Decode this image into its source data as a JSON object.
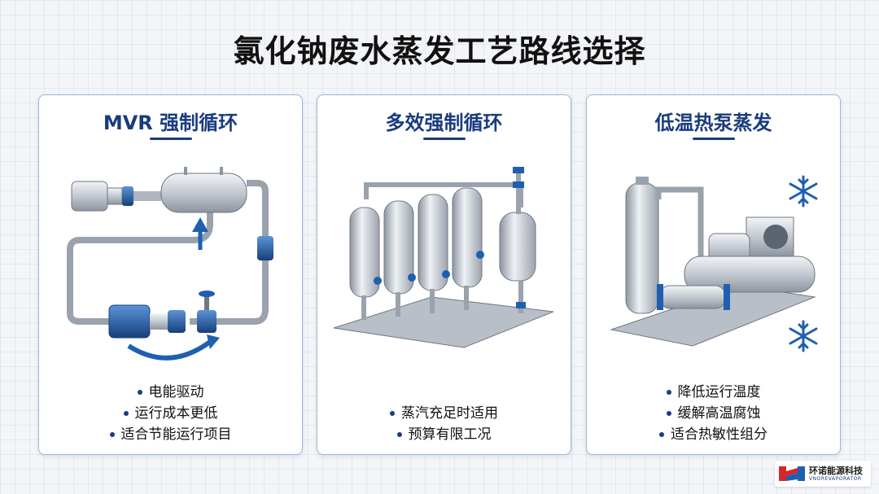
{
  "title": "氯化钠废水蒸发工艺路线选择",
  "cards": [
    {
      "title": "MVR 强制循环",
      "bullets": [
        "电能驱动",
        "运行成本更低",
        "适合节能运行项目"
      ]
    },
    {
      "title": "多效强制循环",
      "bullets": [
        "蒸汽充足时适用",
        "预算有限工况"
      ]
    },
    {
      "title": "低温热泵蒸发",
      "bullets": [
        "降低运行温度",
        "缓解高温腐蚀",
        "适合热敏性组分"
      ]
    }
  ],
  "logo": {
    "name_cn": "环诺能源科技",
    "name_en": "VNOREVAPORATOR"
  },
  "colors": {
    "accent": "#1a3c7e",
    "card_border": "#9fb7d8",
    "steel": "#c9ced6",
    "valve_blue": "#1f5fb0",
    "logo_red": "#d6262b"
  },
  "icons": [
    "snowflake-icon",
    "snowflake-icon",
    "flow-arrow-icon"
  ]
}
